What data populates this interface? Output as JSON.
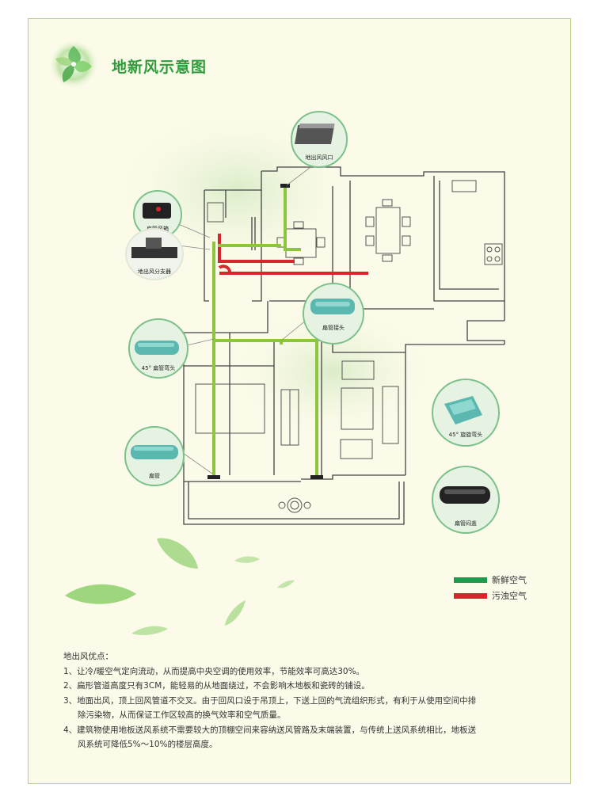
{
  "title": "地新风示意图",
  "callouts": {
    "floor_outlet": "地出风风口",
    "flat_duct_box": "扁管风箱",
    "floor_splitter": "地出风分支器",
    "flat_duct_joint": "扁管接头",
    "elbow_45": "45° 扁管弯头",
    "flat_duct": "扁管",
    "elbow_45_rotated": "45° 旋旋弯头",
    "flat_duct_plug": "扁管闷盖"
  },
  "legend": {
    "fresh_air": "新鲜空气",
    "fresh_air_color": "#1f9a4e",
    "foul_air": "污浊空气",
    "foul_air_color": "#d8262c"
  },
  "advantages": {
    "heading": "地出风优点：",
    "item1": "1、让冷/暖空气定向流动，从而提高中央空调的使用效率，节能效率可高达30%。",
    "item2": "2、扁形管道高度只有3CM，能轻易的从地面绕过，不会影响木地板和瓷砖的铺设。",
    "item3a": "3、地面出风，顶上回风管道不交叉。由于回风口设于吊顶上，下送上回的气流组织形式，有利于从使用空间中排",
    "item3b": "除污染物，从而保证工作区较高的换气效率和空气质量。",
    "item4a": "4、建筑物使用地板送风系统不需要较大的顶棚空间来容纳送风管路及末端装置，与传统上送风系统相比，地板送",
    "item4b": "风系统可降低5%～10%的楼层高度。"
  }
}
